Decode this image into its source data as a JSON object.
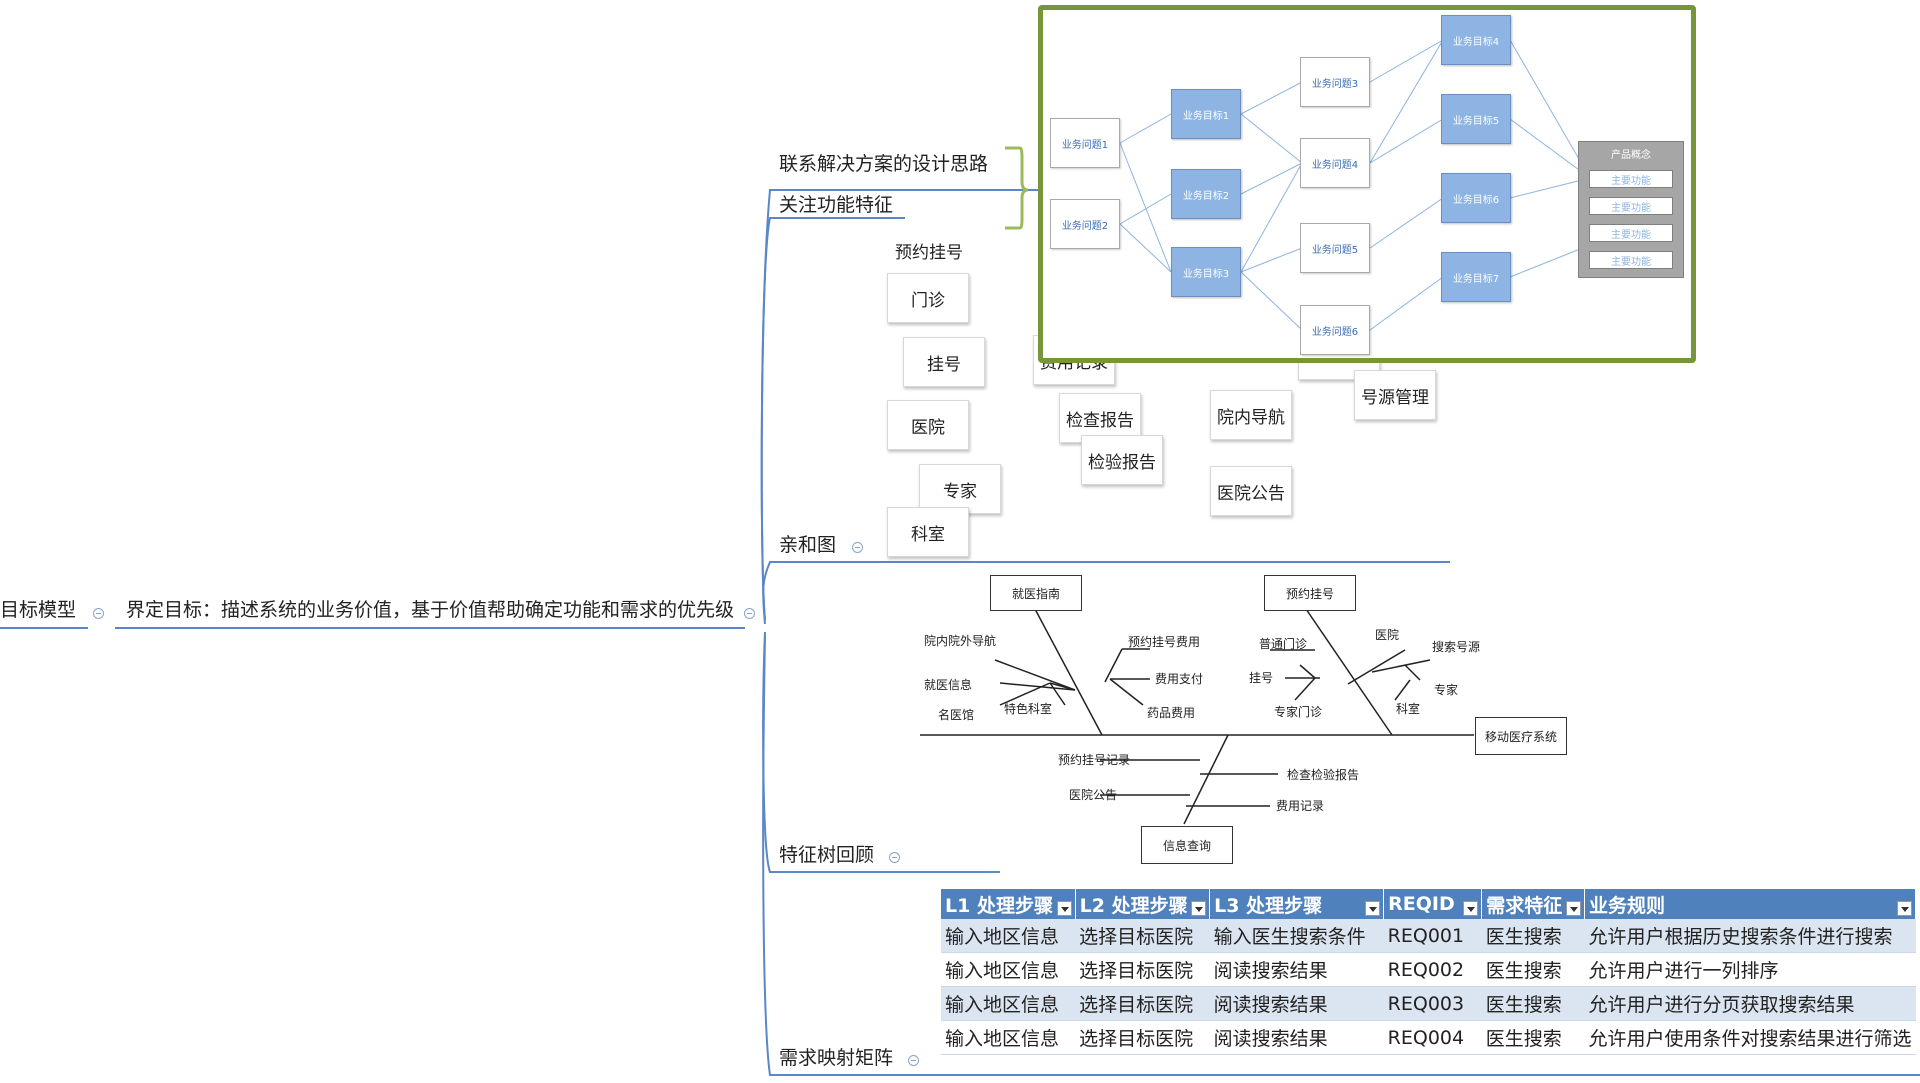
{
  "mindmap": {
    "root": "目标模型",
    "main": "界定目标：描述系统的业务价值，基于价值帮助确定功能和需求的优先级",
    "branches": [
      "联系解决方案的设计思路",
      "关注功能特征",
      "亲和图",
      "特征树回顾",
      "需求映射矩阵"
    ]
  },
  "affinity": {
    "group_title": "预约挂号",
    "cards": [
      "门诊",
      "挂号",
      "医院",
      "专家",
      "科室",
      "费用记录",
      "检查报告",
      "检验报告",
      "院内导航",
      "医院公告",
      "号源管理"
    ]
  },
  "goal_diagram": {
    "problems_left": [
      "业务问题1",
      "业务问题2"
    ],
    "goals_mid": [
      "业务目标1",
      "业务目标2",
      "业务目标3"
    ],
    "problems_mid": [
      "业务问题3",
      "业务问题4",
      "业务问题5",
      "业务问题6"
    ],
    "goals_right": [
      "业务目标4",
      "业务目标5",
      "业务目标6",
      "业务目标7"
    ],
    "product": {
      "title": "产品概念",
      "items": [
        "主要功能",
        "主要功能",
        "主要功能",
        "主要功能"
      ]
    }
  },
  "feature_tree": {
    "head": "移动医疗系统",
    "top_boxes": [
      "就医指南",
      "预约挂号"
    ],
    "bottom_box": "信息查询",
    "labels_guide": [
      "院内院外导航",
      "就医信息",
      "名医馆",
      "特色科室",
      "预约挂号费用",
      "费用支付",
      "药品费用"
    ],
    "labels_booking": [
      "普通门诊",
      "挂号",
      "专家门诊",
      "医院",
      "搜索号源",
      "专家",
      "科室"
    ],
    "labels_query": [
      "预约挂号记录",
      "医院公告",
      "检查检验报告",
      "费用记录"
    ]
  },
  "req_table": {
    "headers": [
      "L1 处理步骤",
      "L2 处理步骤",
      "L3 处理步骤",
      "REQID",
      "需求特征",
      "业务规则"
    ],
    "rows": [
      [
        "输入地区信息",
        "选择目标医院",
        "输入医生搜索条件",
        "REQ001",
        "医生搜索",
        "允许用户根据历史搜索条件进行搜索"
      ],
      [
        "输入地区信息",
        "选择目标医院",
        "阅读搜索结果",
        "REQ002",
        "医生搜索",
        "允许用户进行一列排序"
      ],
      [
        "输入地区信息",
        "选择目标医院",
        "阅读搜索结果",
        "REQ003",
        "医生搜索",
        "允许用户进行分页获取搜索结果"
      ],
      [
        "输入地区信息",
        "选择目标医院",
        "阅读搜索结果",
        "REQ004",
        "医生搜索",
        "允许用户使用条件对搜索结果进行筛选"
      ]
    ]
  },
  "colors": {
    "branch_line": "#5b86c7",
    "frame": "#77963a",
    "table_header": "#4f81bd",
    "goal_fill": "#8db4e2"
  }
}
